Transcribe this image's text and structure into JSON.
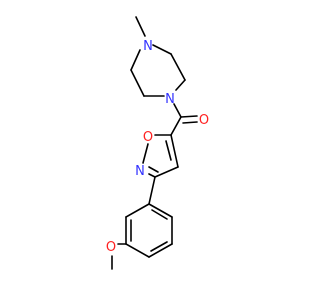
{
  "molecule": {
    "atoms": [
      {
        "id": "n_top",
        "label": "N",
        "color": "#3333ff"
      },
      {
        "id": "methyl",
        "label": "",
        "color": "#000000"
      },
      {
        "id": "n_bottom",
        "label": "N",
        "color": "#3333ff"
      },
      {
        "id": "o_carbonyl",
        "label": "O",
        "color": "#ff2020"
      },
      {
        "id": "o_ring",
        "label": "O",
        "color": "#ff2020"
      },
      {
        "id": "n_ring",
        "label": "N",
        "color": "#3333ff"
      },
      {
        "id": "o_methoxy",
        "label": "O",
        "color": "#ff2020"
      }
    ],
    "bond_color": "#000000"
  }
}
